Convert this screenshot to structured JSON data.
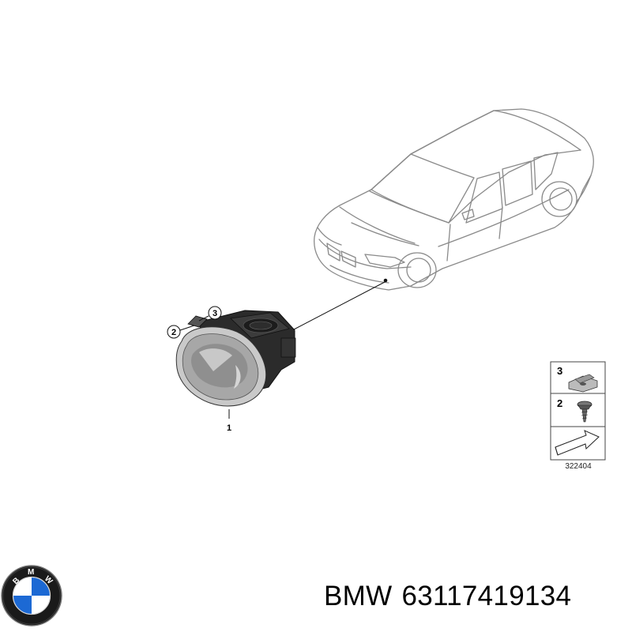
{
  "diagram": {
    "callouts": {
      "part_1": "1",
      "part_2": "2",
      "part_3": "3"
    },
    "legend": {
      "row_3": "3",
      "row_2": "2"
    },
    "diagram_number": "322404"
  },
  "caption": {
    "brand": "BMW",
    "part_number": "63117419134"
  },
  "logo": {
    "icon": "bmw-roundel-icon",
    "letters": "BMW",
    "colors": {
      "blue": "#1c69d4",
      "white": "#ffffff",
      "ring": "#1a1a1a"
    }
  }
}
